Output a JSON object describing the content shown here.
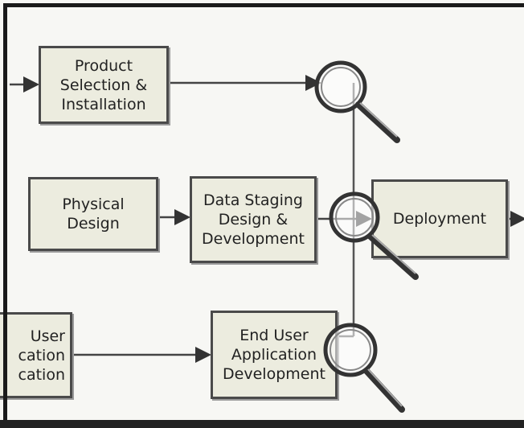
{
  "nodes": {
    "product": "Product\nSelection &\nInstallation",
    "physical": "Physical\nDesign",
    "datastaging": "Data Staging\nDesign &\nDevelopment",
    "deployment": "Deployment",
    "enduser_spec": "User\ncation\ncation",
    "enduser_app": "End User\nApplication\nDevelopment"
  },
  "icons": [
    "magnifier-icon",
    "magnifier-icon",
    "magnifier-icon"
  ]
}
